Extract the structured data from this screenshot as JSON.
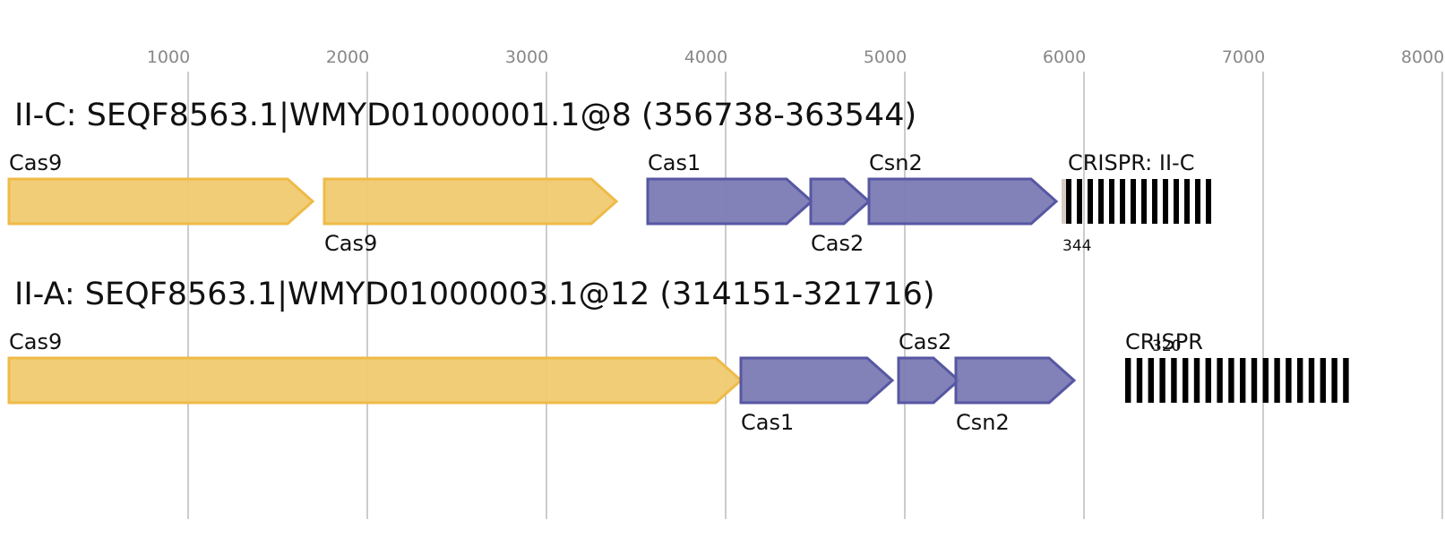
{
  "axis": {
    "ticks": [
      "1000",
      "2000",
      "3000",
      "4000",
      "5000",
      "6000",
      "7000",
      "8000"
    ]
  },
  "colors": {
    "effector_fill": "#F0CA70",
    "effector_stroke": "#EEBB48",
    "adaptation_fill": "#7B7BB5",
    "adaptation_stroke": "#5757A3",
    "grid": "#BBBBBB",
    "tick_text": "#888888",
    "repeat": "#000000",
    "leader": "#D6CCC4"
  },
  "loci": [
    {
      "title": "II-C: SEQF8563.1|WMYD01000001.1@8 (356738-363544)",
      "genes": [
        {
          "label": "Cas9",
          "start": 0,
          "end": 1695,
          "class": "effector",
          "label_pos": "above"
        },
        {
          "label": "Cas9",
          "start": 1760,
          "end": 3390,
          "class": "effector",
          "label_pos": "below"
        },
        {
          "label": "Cas1",
          "start": 3565,
          "end": 4480,
          "class": "adaptation",
          "label_pos": "above"
        },
        {
          "label": "Cas2",
          "start": 4475,
          "end": 4800,
          "class": "adaptation",
          "label_pos": "below"
        },
        {
          "label": "Csn2",
          "start": 4800,
          "end": 5845,
          "class": "adaptation",
          "label_pos": "above"
        }
      ],
      "crispr": {
        "label": "CRISPR: II-C",
        "start": 5900,
        "end": 6740,
        "count_label": "344",
        "repeats": 14,
        "leader": true
      }
    },
    {
      "title": "II-A: SEQF8563.1|WMYD01000003.1@12 (314151-321716)",
      "genes": [
        {
          "label": "Cas9",
          "start": 0,
          "end": 4085,
          "class": "effector",
          "label_pos": "above"
        },
        {
          "label": "Cas1",
          "start": 4085,
          "end": 4930,
          "class": "adaptation",
          "label_pos": "below"
        },
        {
          "label": "Cas2",
          "start": 4965,
          "end": 5300,
          "class": "adaptation",
          "label_pos": "above"
        },
        {
          "label": "Csn2",
          "start": 5285,
          "end": 5945,
          "class": "adaptation",
          "label_pos": "below"
        }
      ],
      "crispr": {
        "label": "CRISPR",
        "start": 6230,
        "end": 7510,
        "count_label": "320",
        "repeats": 20,
        "leader": false
      }
    }
  ]
}
